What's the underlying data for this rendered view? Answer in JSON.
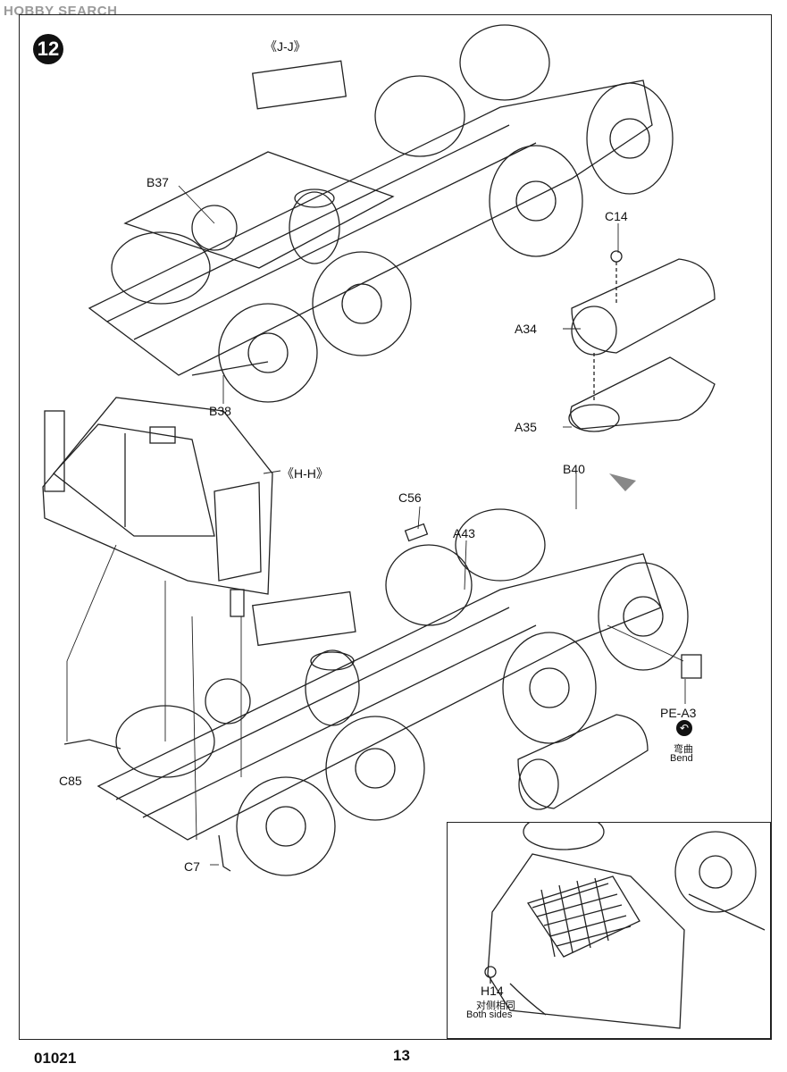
{
  "watermark": "HOBBY SEARCH",
  "step_number": "12",
  "views": {
    "jj": "《J-J》",
    "hh": "《H-H》"
  },
  "parts": {
    "b37": "B37",
    "b38": "B38",
    "c14": "C14",
    "a34": "A34",
    "a35": "A35",
    "c56": "C56",
    "a43": "A43",
    "b40": "B40",
    "c85": "C85",
    "c7": "C7",
    "pe_a3": "PE-A3"
  },
  "bend": {
    "cn": "弯曲",
    "en": "Bend"
  },
  "inset": {
    "part": "H14",
    "note_cn": "对侧相同",
    "note_en": "Both sides"
  },
  "footer": {
    "kit_code": "01021",
    "page_number": "13"
  }
}
